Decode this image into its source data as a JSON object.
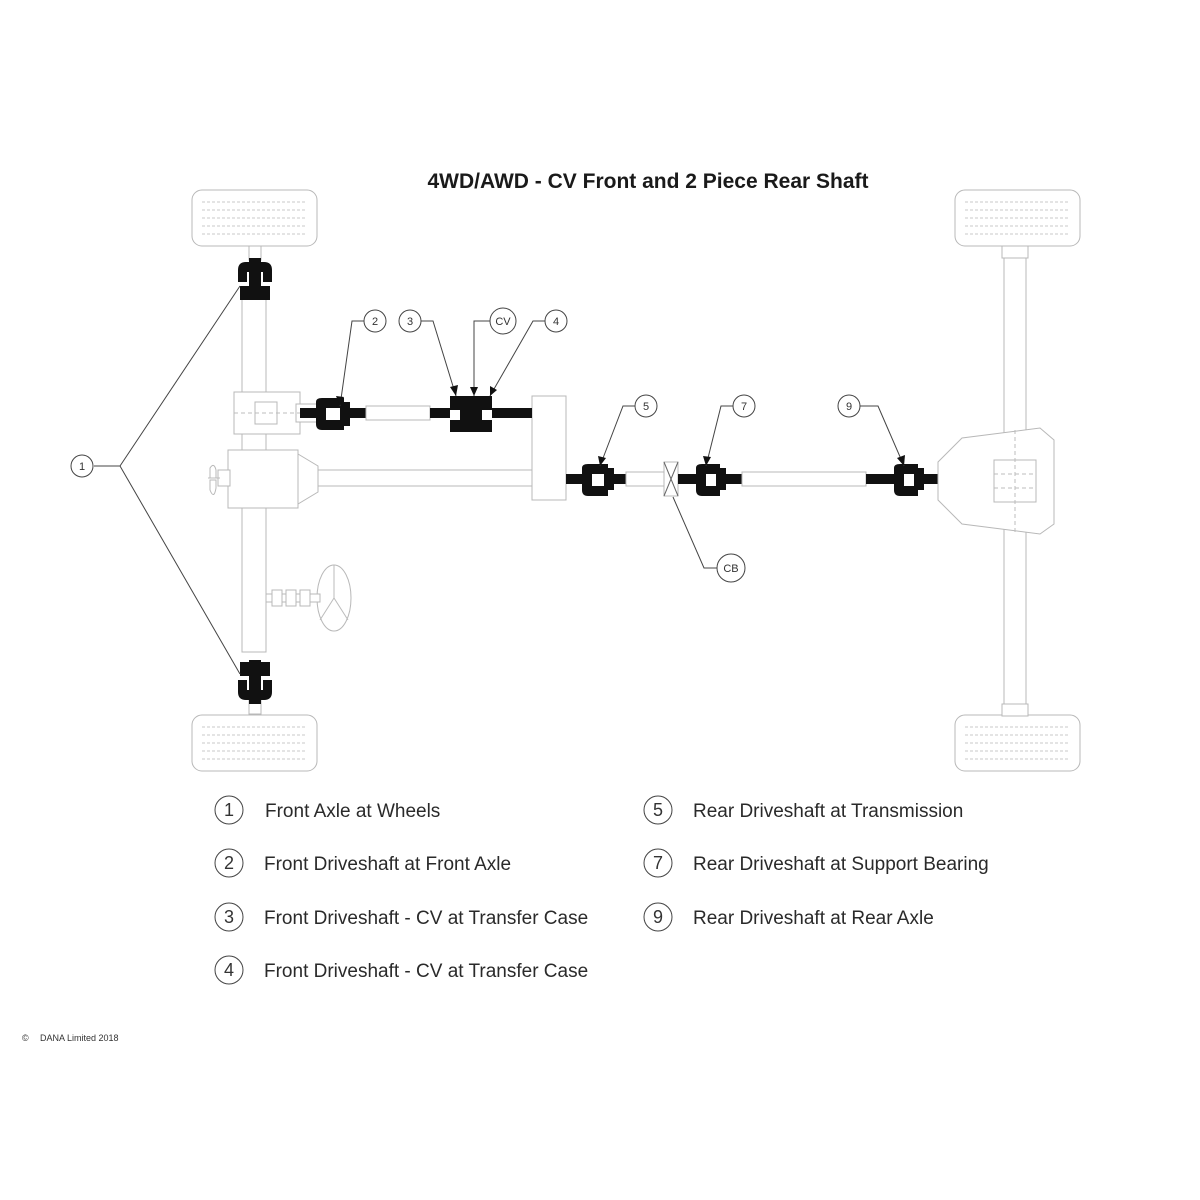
{
  "title": "4WD/AWD - CV Front and 2 Piece Rear Shaft",
  "callouts": {
    "c1": "1",
    "c2": "2",
    "c3": "3",
    "cv": "CV",
    "c4": "4",
    "c5": "5",
    "c7": "7",
    "c9": "9",
    "cb": "CB"
  },
  "legend": [
    {
      "num": "1",
      "text": "Front Axle at Wheels"
    },
    {
      "num": "2",
      "text": "Front Driveshaft at Front Axle"
    },
    {
      "num": "3",
      "text": "Front Driveshaft - CV at Transfer Case"
    },
    {
      "num": "4",
      "text": "Front Driveshaft - CV at Transfer Case"
    },
    {
      "num": "5",
      "text": "Rear Driveshaft at Transmission"
    },
    {
      "num": "7",
      "text": "Rear Driveshaft at Support Bearing"
    },
    {
      "num": "9",
      "text": "Rear Driveshaft at Rear Axle"
    }
  ],
  "copyright": "DANA Limited 2018",
  "copyright_symbol": "©"
}
